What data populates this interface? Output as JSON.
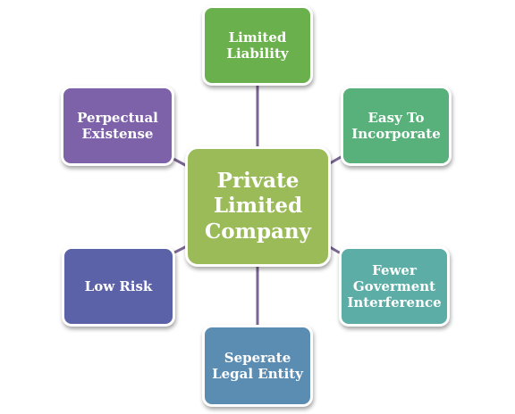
{
  "diagram": {
    "center": {
      "label": "Private\nLimited\nCompany",
      "color": "#9bbb59"
    },
    "nodes": [
      {
        "id": "top",
        "label": "Limited\nLiability",
        "color": "#6ab04c"
      },
      {
        "id": "upper-right",
        "label": "Easy To\nIncorporate",
        "color": "#58b07a"
      },
      {
        "id": "lower-right",
        "label": "Fewer\nGoverment\nInterference",
        "color": "#5bada5"
      },
      {
        "id": "bottom",
        "label": "Seperate\nLegal Entity",
        "color": "#5b8db3"
      },
      {
        "id": "lower-left",
        "label": "Low Risk",
        "color": "#5b62a8"
      },
      {
        "id": "upper-left",
        "label": "Perpectual\nExistense",
        "color": "#7e62a9"
      }
    ],
    "connector_color": "#7a6593"
  }
}
